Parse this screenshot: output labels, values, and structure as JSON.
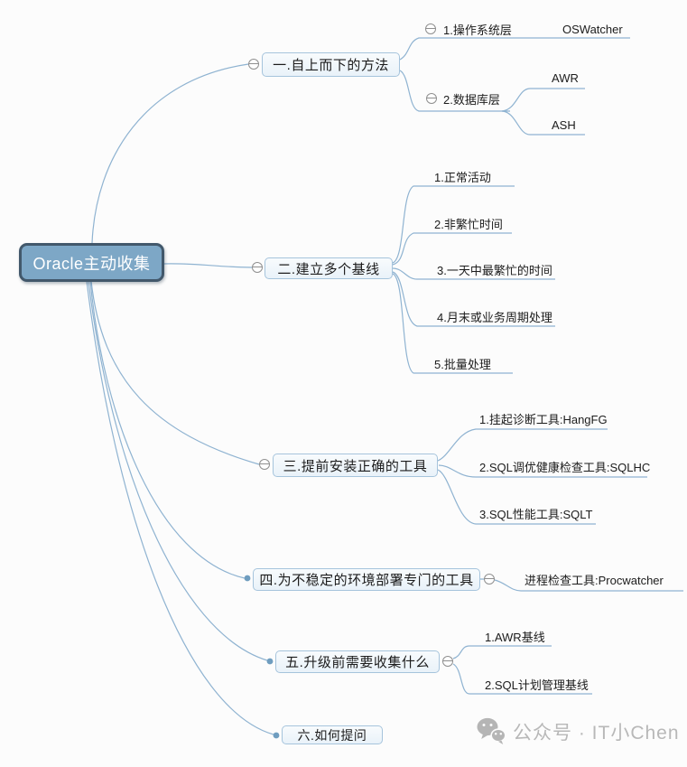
{
  "root": {
    "label": "Oracle主动收集"
  },
  "branches": [
    {
      "label": "一.自上而下的方法",
      "children": [
        {
          "label": "1.操作系统层",
          "children": [
            {
              "label": "OSWatcher"
            }
          ]
        },
        {
          "label": "2.数据库层",
          "children": [
            {
              "label": "AWR"
            },
            {
              "label": "ASH"
            }
          ]
        }
      ]
    },
    {
      "label": "二.建立多个基线",
      "children": [
        {
          "label": "1.正常活动"
        },
        {
          "label": "2.非繁忙时间"
        },
        {
          "label": "3.一天中最繁忙的时间"
        },
        {
          "label": "4.月末或业务周期处理"
        },
        {
          "label": "5.批量处理"
        }
      ]
    },
    {
      "label": "三.提前安装正确的工具",
      "children": [
        {
          "label": "1.挂起诊断工具:HangFG"
        },
        {
          "label": "2.SQL调优健康检查工具:SQLHC"
        },
        {
          "label": "3.SQL性能工具:SQLT"
        }
      ]
    },
    {
      "label": "四.为不稳定的环境部署专门的工具",
      "children": [
        {
          "label": "进程检查工具:Procwatcher"
        }
      ]
    },
    {
      "label": "五.升级前需要收集什么",
      "children": [
        {
          "label": "1.AWR基线"
        },
        {
          "label": "2.SQL计划管理基线"
        }
      ]
    },
    {
      "label": "六.如何提问",
      "children": []
    }
  ],
  "watermark": {
    "label": "公众号 · IT小Chen",
    "icon": "wechat-icon"
  },
  "icons": {
    "collapse": "minus-circle-icon"
  },
  "colors": {
    "root_fill": "#7da7c6",
    "root_border": "#42586b",
    "node_fill": "#eef5fa",
    "node_border": "#a6c4dc",
    "connector": "#8fb3d1",
    "anchor_dot": "#6f9dbf",
    "text": "#1c1c1c",
    "watermark": "#b8b8b8"
  }
}
